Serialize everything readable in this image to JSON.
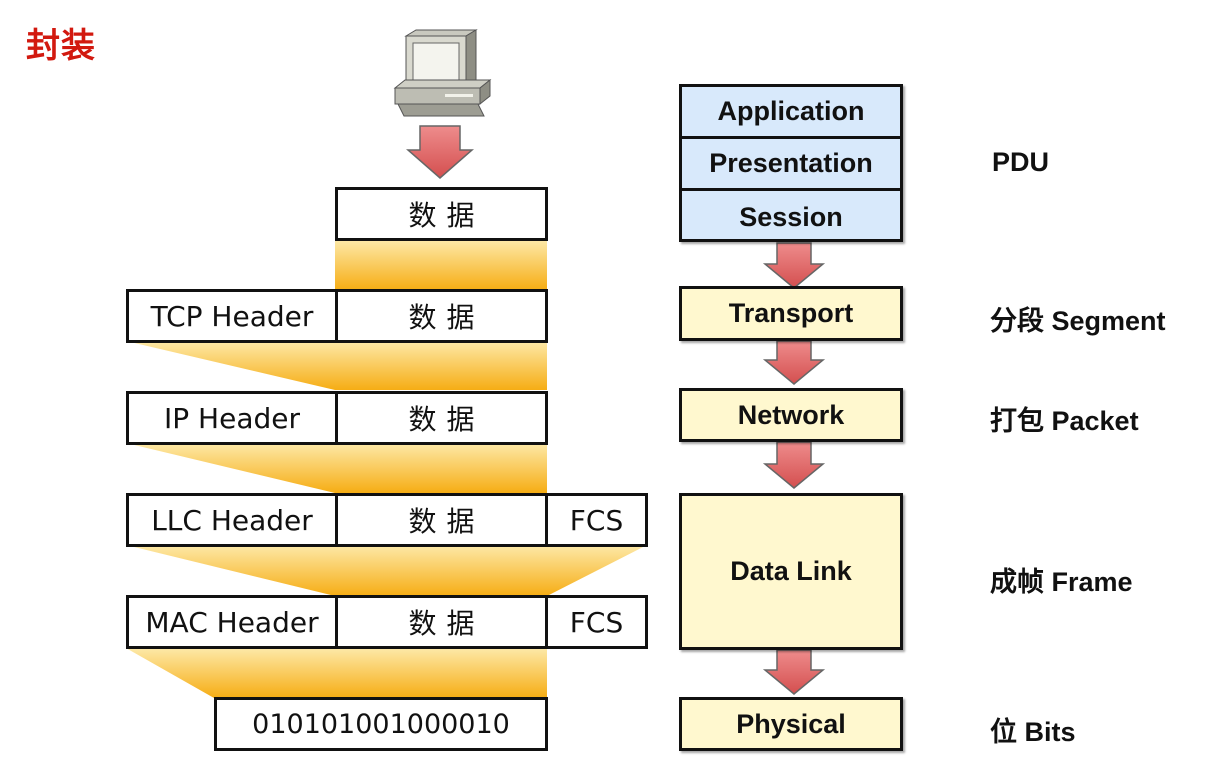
{
  "title": "封装",
  "encapsulation": {
    "data_label": "数据",
    "rows": [
      {
        "header": "",
        "trailer": ""
      },
      {
        "header": "TCP Header",
        "trailer": ""
      },
      {
        "header": "IP Header",
        "trailer": ""
      },
      {
        "header": "LLC Header",
        "trailer": "FCS"
      },
      {
        "header": "MAC Header",
        "trailer": "FCS"
      }
    ],
    "bits": "010101001000010"
  },
  "osi_layers": {
    "upper": [
      "Application",
      "Presentation",
      "Session"
    ],
    "transport": "Transport",
    "network": "Network",
    "data_link": "Data Link",
    "physical": "Physical"
  },
  "pdu": {
    "upper": "PDU",
    "transport": "分段 Segment",
    "network": "打包 Packet",
    "data_link": "成帧 Frame",
    "physical": "位 Bits"
  },
  "colors": {
    "title": "#d2190f",
    "arrow": "#e06c6c",
    "upper_layers": "#d8e9fb",
    "lower_layers": "#fff8cf",
    "gradient_orange": "#f7b21a"
  }
}
